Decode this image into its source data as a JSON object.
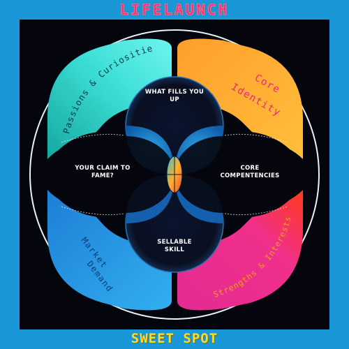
{
  "title": "LIFELAUNCH",
  "footer_label": "SWEET SPOT",
  "regions": {
    "top": "WHAT FILLS YOU UP",
    "left": "YOUR CLAIM TO FAME?",
    "right": "CORE COMPENTENCIES",
    "bottom": "SELLABLE SKILL"
  },
  "quadrants": {
    "top_left": "Passions & Curiosities",
    "top_right": [
      "Core",
      "Identity"
    ],
    "bottom_left": [
      "Market",
      "Demand"
    ],
    "bottom_right": "Strengths & Interests"
  },
  "colors": {
    "background": "#1a97d6",
    "panel": "#05060d",
    "title": "#f0336b",
    "footer": "#f6dd2f",
    "teal": "#3fe0d8",
    "orange": "#ffac2e",
    "blue": "#1e8fe0",
    "magenta": "#e42a93"
  }
}
